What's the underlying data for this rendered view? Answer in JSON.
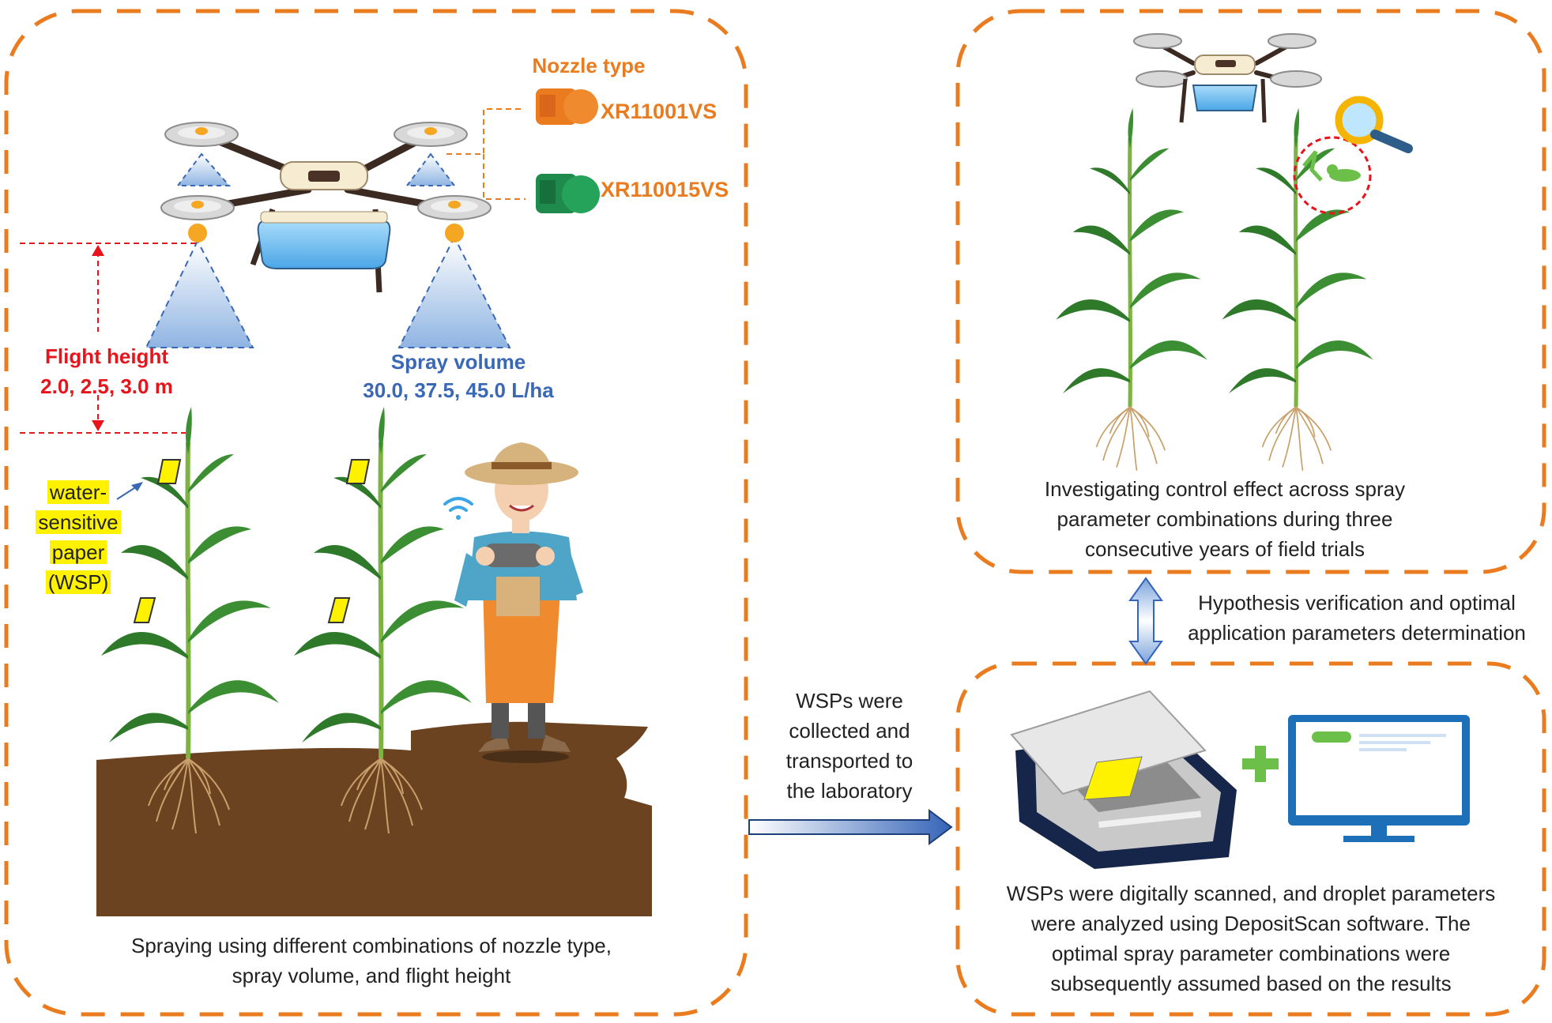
{
  "labels": {
    "nozzle_type": "Nozzle type",
    "nozzle_1": "XR11001VS",
    "nozzle_2": "XR110015VS",
    "flight_height_title": "Flight height",
    "flight_height_values": "2.0, 2.5, 3.0 m",
    "spray_volume_title": "Spray volume",
    "spray_volume_values": "30.0, 37.5, 45.0 L/ha",
    "wsp_line1": "water-",
    "wsp_line2": "sensitive",
    "wsp_line3": "paper",
    "wsp_line4": "(WSP)"
  },
  "captions": {
    "left_line1": "Spraying using different combinations of nozzle type,",
    "left_line2": "spray volume, and flight height",
    "transfer_line1": "WSPs were",
    "transfer_line2": "collected and",
    "transfer_line3": "transported to",
    "transfer_line4": "the laboratory",
    "top_right_line1": "Investigating control effect across spray",
    "top_right_line2": "parameter combinations during three",
    "top_right_line3": "consecutive years of field trials",
    "hypothesis_line1": "Hypothesis verification and optimal",
    "hypothesis_line2": "application parameters determination",
    "bottom_right_line1": "WSPs were digitally scanned, and droplet parameters",
    "bottom_right_line2": "were analyzed using DepositScan software. The",
    "bottom_right_line3": "optimal spray parameter combinations were",
    "bottom_right_line4": "subsequently assumed based on the results"
  },
  "colors": {
    "panel_border": "#ea7b1e",
    "flight_height": "#e8141b",
    "spray_volume": "#3a68b4",
    "nozzle_orange": "#ea7b1e",
    "nozzle_green": "#1e8a4c",
    "wsp_yellow": "#fff200",
    "leaf_green": "#2f7a2a",
    "soil_brown": "#6b4321"
  },
  "icons": [
    "drone-icon",
    "nozzle-icon",
    "corn-plant-icon",
    "farmer-icon",
    "wifi-icon",
    "magnifier-icon",
    "pest-icon",
    "scanner-icon",
    "plus-icon",
    "monitor-icon",
    "arrow-right-icon",
    "double-arrow-icon"
  ]
}
